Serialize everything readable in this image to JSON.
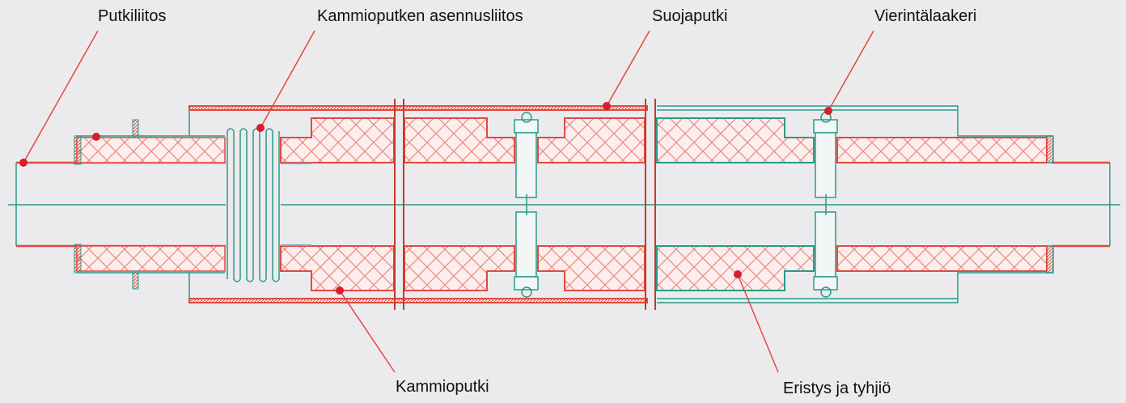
{
  "labels": {
    "pipe_joint": "Putkiliitos",
    "chamber_pipe_joint": "Kammioputken asennusliitos",
    "protective_pipe": "Suojaputki",
    "rolling_bearing": "Vierintälaakeri",
    "chamber_pipe": "Kammioputki",
    "insulation_vacuum": "Eristys ja tyhjiö"
  },
  "colors": {
    "background": "#ebebed",
    "red": "#e2493f",
    "teal": "#2a9a8a",
    "hatch": "#e98b83",
    "marker": "#d81e2c",
    "blue": "#6fa5d6",
    "text": "#111111"
  }
}
